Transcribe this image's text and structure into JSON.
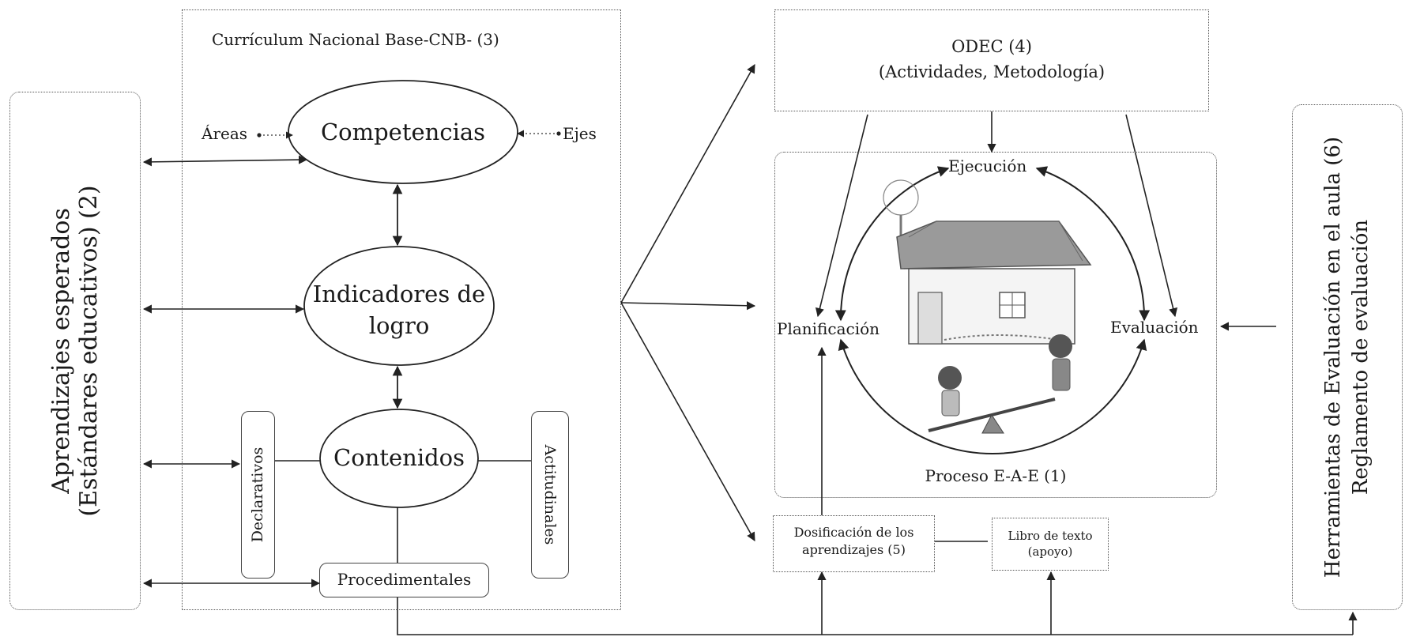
{
  "aprendizajes": {
    "line1": "Aprendizajes esperados",
    "line2": "(Estándares educativos) (2)"
  },
  "cnb": {
    "title": "Currículum Nacional Base-CNB- (3)",
    "areas": "Áreas",
    "ejes": "Ejes",
    "competencias": "Competencias",
    "indicadores_1": "Indicadores de",
    "indicadores_2": "logro",
    "contenidos": "Contenidos",
    "declarativos": "Declarativos",
    "actitudinales": "Actitudinales",
    "procedimentales": "Procedimentales"
  },
  "odec": {
    "line1": "ODEC (4)",
    "line2": "(Actividades, Metodología)"
  },
  "proceso": {
    "ejecucion": "Ejecución",
    "planificacion": "Planificación",
    "evaluacion": "Evaluación",
    "label": "Proceso E-A-E (1)"
  },
  "dosificacion": {
    "line1": "Dosificación de los",
    "line2": "aprendizajes (5)"
  },
  "libro": {
    "line1": "Libro de texto",
    "line2": "(apoyo)"
  },
  "herramientas": {
    "line1": "Herramientas de Evaluación en el aula (6)",
    "line2": "Reglamento de evaluación"
  }
}
